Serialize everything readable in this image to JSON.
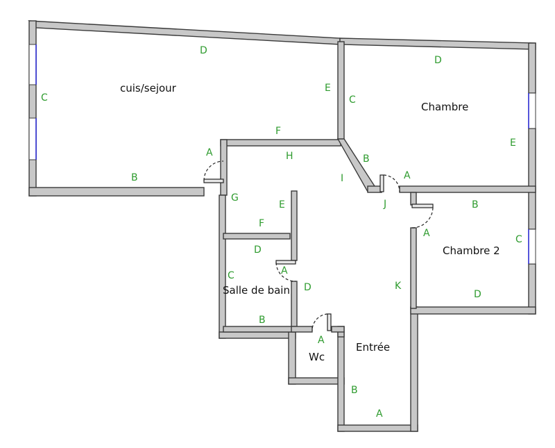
{
  "plan": {
    "colors": {
      "wall_fill": "#c8c8c8",
      "wall_stroke": "#3a3a3a",
      "wall_label": "#2e9b2e",
      "room_label": "#111111",
      "window": "#2a2ad0"
    },
    "rooms": {
      "cuis_sejour": "cuis/sejour",
      "chambre": "Chambre",
      "chambre_2": "Chambre 2",
      "salle_de_bain": "Salle de bain",
      "wc": "Wc",
      "entree": "Entrée"
    },
    "wall_labels": {
      "cuis_d": "D",
      "cuis_c": "C",
      "cuis_e": "E",
      "cuis_f": "F",
      "cuis_a": "A",
      "cuis_b": "B",
      "ch_d": "D",
      "ch_c": "C",
      "ch_e": "E",
      "ch_b": "B",
      "ch_a": "A",
      "dg_h": "H",
      "dg_i": "I",
      "dg_j": "J",
      "dg_g": "G",
      "dg_e": "E",
      "dg_f": "F",
      "ch2_b": "B",
      "ch2_a": "A",
      "ch2_c": "C",
      "ch2_d": "D",
      "sdb_d": "D",
      "sdb_c": "C",
      "sdb_a": "A",
      "sdb_b": "B",
      "ent_d": "D",
      "ent_k": "K",
      "wc_a": "A",
      "ent_b": "B",
      "ent_a": "A"
    }
  }
}
